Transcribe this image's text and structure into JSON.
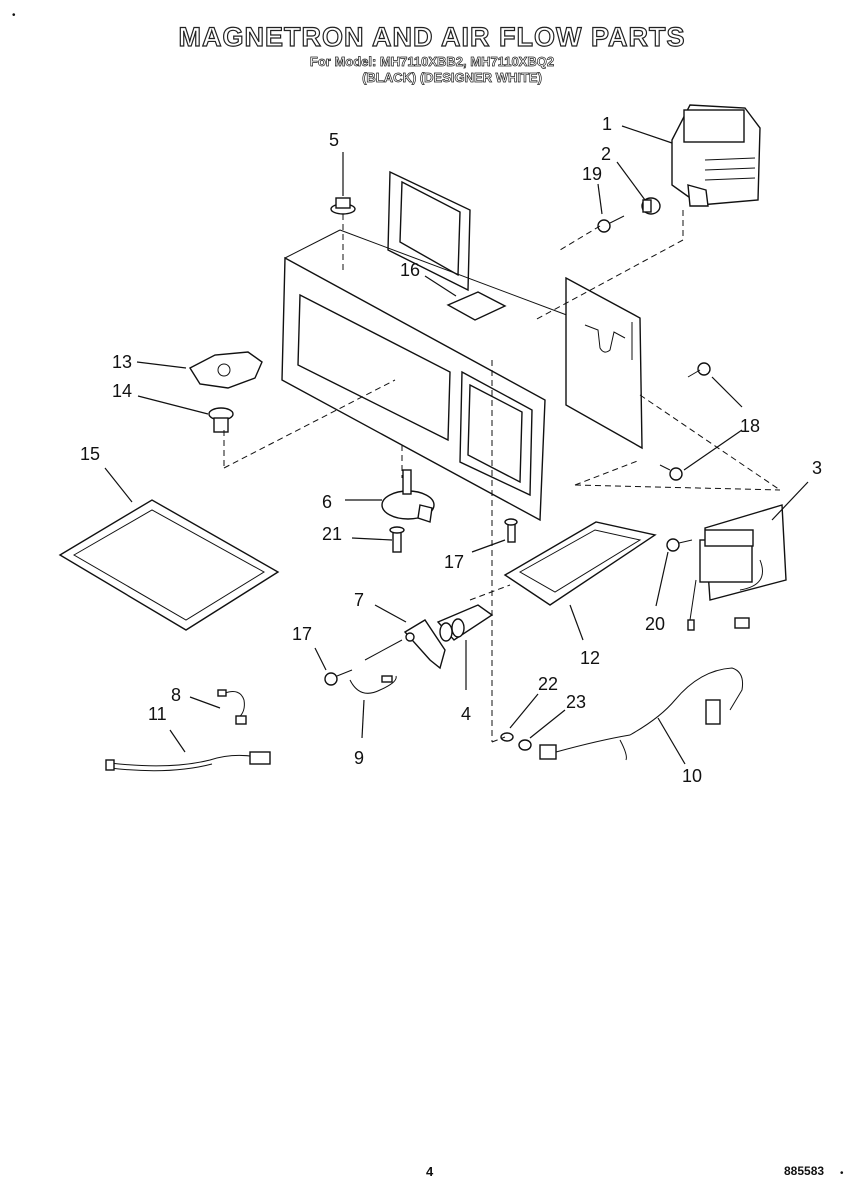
{
  "header": {
    "title": "MAGNETRON AND AIR FLOW PARTS",
    "subtitle_line1": "For Model: MH7110XBB2, MH7110XBQ2",
    "subtitle_line2": "(BLACK) (DESIGNER WHITE)"
  },
  "callouts": [
    {
      "id": "1",
      "label": "1"
    },
    {
      "id": "2",
      "label": "2"
    },
    {
      "id": "3",
      "label": "3"
    },
    {
      "id": "4",
      "label": "4"
    },
    {
      "id": "5",
      "label": "5"
    },
    {
      "id": "6",
      "label": "6"
    },
    {
      "id": "7",
      "label": "7"
    },
    {
      "id": "8",
      "label": "8"
    },
    {
      "id": "9",
      "label": "9"
    },
    {
      "id": "10",
      "label": "10"
    },
    {
      "id": "11",
      "label": "11"
    },
    {
      "id": "12",
      "label": "12"
    },
    {
      "id": "13",
      "label": "13"
    },
    {
      "id": "14",
      "label": "14"
    },
    {
      "id": "15",
      "label": "15"
    },
    {
      "id": "16",
      "label": "16"
    },
    {
      "id": "17a",
      "label": "17"
    },
    {
      "id": "17b",
      "label": "17"
    },
    {
      "id": "18",
      "label": "18"
    },
    {
      "id": "19",
      "label": "19"
    },
    {
      "id": "20",
      "label": "20"
    },
    {
      "id": "21",
      "label": "21"
    },
    {
      "id": "22",
      "label": "22"
    },
    {
      "id": "23",
      "label": "23"
    }
  ],
  "footer": {
    "page_number": "4",
    "figure_number": "885583"
  },
  "marks": {
    "top_left": "•",
    "bottom_right": "•"
  }
}
